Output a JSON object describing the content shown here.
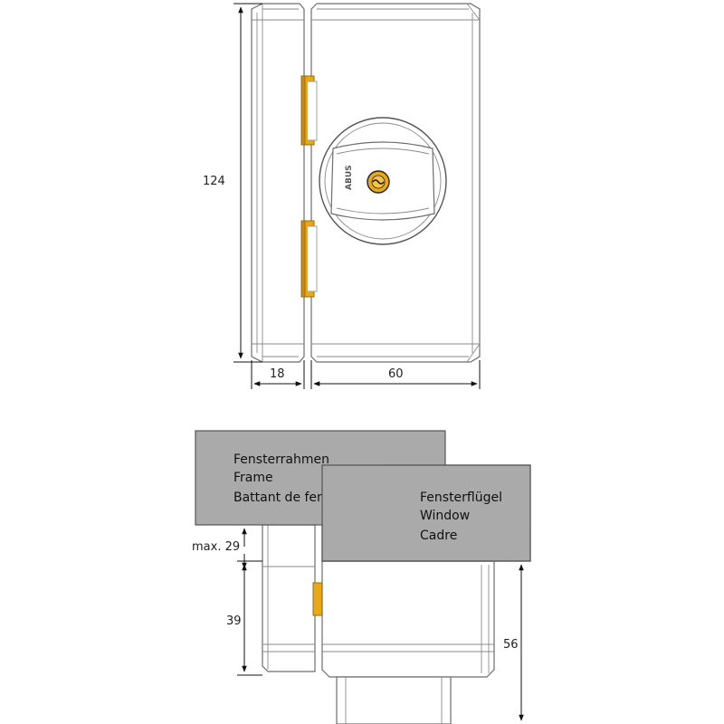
{
  "top_view": {
    "height_dim": "124",
    "width_left_dim": "18",
    "width_right_dim": "60",
    "logo": "ABUS"
  },
  "side_view": {
    "frame_label": [
      "Fensterrahmen",
      "Frame",
      "Battant de fenêtre"
    ],
    "sash_label": [
      "Fensterflügel",
      "Window",
      "Cadre"
    ],
    "gap_dim": "max. 29",
    "left_depth_dim": "39",
    "right_depth_dim": "56"
  },
  "colors": {
    "hinge": "#e8a817",
    "label_box": "#aaaaaa",
    "outline": "#6d6d6d"
  }
}
